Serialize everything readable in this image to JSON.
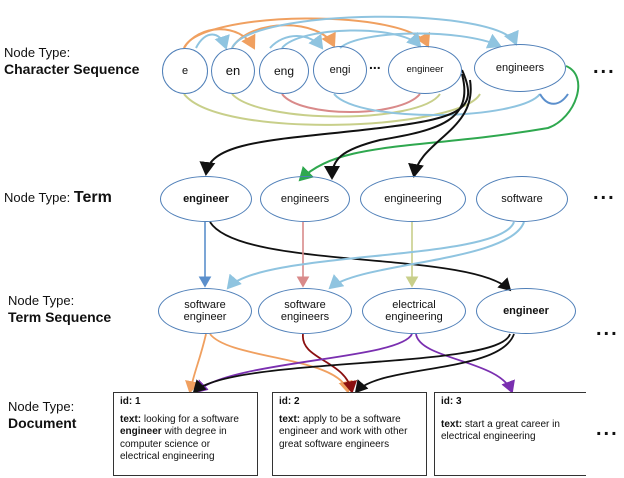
{
  "labels": {
    "character_sequence": {
      "prefix": "Node Type:",
      "name": "Character Sequence"
    },
    "term": {
      "prefix": "Node Type:",
      "name": "Term"
    },
    "term_sequence": {
      "prefix": "Node Type:",
      "name": "Term Sequence"
    },
    "document": {
      "prefix": "Node Type:",
      "name": "Document"
    }
  },
  "character_sequence_nodes": [
    "e",
    "en",
    "eng",
    "engi",
    "engineer",
    "engineers"
  ],
  "inline_ellipsis": "...",
  "more_indicator": "...",
  "term_nodes": [
    "engineer",
    "engineers",
    "engineering",
    "software"
  ],
  "term_sequence_nodes": [
    {
      "line1": "software",
      "line2": "engineer"
    },
    {
      "line1": "software",
      "line2": "engineers"
    },
    {
      "line1": "electrical",
      "line2": "engineering"
    },
    {
      "line1": "engineer",
      "line2": ""
    }
  ],
  "documents": [
    {
      "id_key": "id:",
      "id": "1",
      "text_key": "text:",
      "before": " looking for a software ",
      "highlight": "engineer",
      "after": " with degree in computer science or electrical engineering"
    },
    {
      "id_key": "id:",
      "id": "2",
      "text_key": "text:",
      "before": " apply to be a software engineer and work with other great software engineers",
      "highlight": "",
      "after": ""
    },
    {
      "id_key": "id:",
      "id": "3",
      "text_key": "text:",
      "before": " start a great career in electrical engineering",
      "highlight": "",
      "after": ""
    }
  ],
  "edge_colors": {
    "orange": "#f0a060",
    "light_blue": "#8fc4e0",
    "mid_blue": "#5b8fcc",
    "green": "#2fa84f",
    "black": "#111111",
    "olive": "#c8cf8a",
    "rose": "#d98a8a",
    "dark_red": "#8b1010",
    "purple": "#7a2fb0",
    "node_border": "#4f7fb8"
  }
}
